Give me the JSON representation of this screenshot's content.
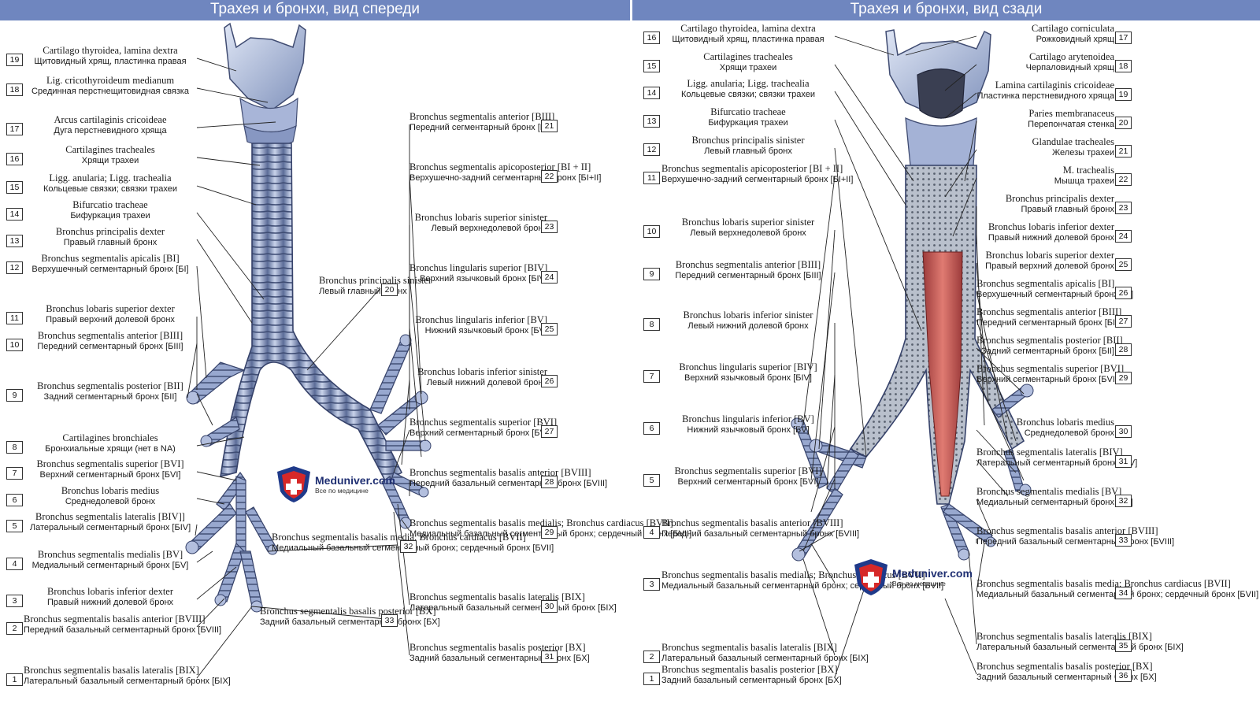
{
  "titles": {
    "left": "Трахея и бронхи, вид спереди",
    "right": "Трахея и бронхи, вид сзади"
  },
  "watermark": {
    "brand": "Meduniver.com",
    "tagline": "Все по медицине",
    "colors": {
      "shield_blue": "#1f3a8a",
      "shield_red": "#d62828"
    }
  },
  "colors": {
    "header": "#6f86bf",
    "airway": "#8ea0c8",
    "mucosa": "#d46a6a"
  },
  "left_labels": [
    {
      "num": "19",
      "la": "Cartilago thyroidea, lamina dextra",
      "ru": "Щитовидный хрящ, пластинка правая"
    },
    {
      "num": "18",
      "la": "Lig. cricothyroideum medianum",
      "ru": "Срединная перстнещитовидная связка"
    },
    {
      "num": "17",
      "la": "Arcus cartilaginis cricoideae",
      "ru": "Дуга перстневидного хряща"
    },
    {
      "num": "16",
      "la": "Cartilagines tracheales",
      "ru": "Хрящи трахеи"
    },
    {
      "num": "15",
      "la": "Ligg. anularia; Ligg. trachealia",
      "ru": "Кольцевые связки; связки трахеи"
    },
    {
      "num": "14",
      "la": "Bifurcatio tracheae",
      "ru": "Бифуркация трахеи"
    },
    {
      "num": "13",
      "la": "Bronchus principalis dexter",
      "ru": "Правый главный бронх"
    },
    {
      "num": "12",
      "la": "Bronchus segmentalis apicalis [BI]",
      "ru": "Верхушечный сегментарный бронх [БI]"
    },
    {
      "num": "11",
      "la": "Bronchus lobaris superior dexter",
      "ru": "Правый верхний долевой бронх"
    },
    {
      "num": "10",
      "la": "Bronchus segmentalis anterior [BIII]",
      "ru": "Передний сегментарный бронх [БIII]"
    },
    {
      "num": "9",
      "la": "Bronchus segmentalis posterior [BII]",
      "ru": "Задний сегментарный бронх [БII]"
    },
    {
      "num": "8",
      "la": "Cartilagines bronchiales",
      "ru": "Бронхиальные хрящи (нет в NA)"
    },
    {
      "num": "7",
      "la": "Bronchus segmentalis superior [BVI]",
      "ru": "Верхний сегментарный бронх [БVI]"
    },
    {
      "num": "6",
      "la": "Bronchus lobaris medius",
      "ru": "Среднедолевой бронх"
    },
    {
      "num": "5",
      "la": "Bronchus segmentalis lateralis [BIV]]",
      "ru": "Латеральный сегментарный бронх [БIV]"
    },
    {
      "num": "4",
      "la": "Bronchus segmentalis medialis [BV]",
      "ru": "Медиальный сегментарный бронх [БV]"
    },
    {
      "num": "3",
      "la": "Bronchus lobaris inferior dexter",
      "ru": "Правый нижний долевой бронх"
    },
    {
      "num": "2",
      "la": "Bronchus segmentalis basalis anterior [BVIII]",
      "ru": "Передний базальный сегментарный бронх [БVIII]"
    },
    {
      "num": "1",
      "la": "Bronchus segmentalis basalis lateralis [BIX]",
      "ru": "Латеральный базальный сегментарный бронх [БIX]"
    }
  ],
  "mid_labels": [
    {
      "num": "20",
      "la": "Bronchus principalis sinister",
      "ru": "Левый главный бронх"
    },
    {
      "num": "21",
      "la": "Bronchus segmentalis anterior [BIII]",
      "ru": "Передний сегментарный бронх [БIII]"
    },
    {
      "num": "22",
      "la": "Bronchus segmentalis apicoposterior [BI + II]",
      "ru": "Верхушечно-задний сегментарный бронх [БI+II]"
    },
    {
      "num": "23",
      "la": "Bronchus lobaris superior sinister",
      "ru": "Левый верхнедолевой бронх"
    },
    {
      "num": "24",
      "la": "Bronchus lingularis superior [BIV]",
      "ru": "Верхний язычковый бронх [БIV]"
    },
    {
      "num": "25",
      "la": "Bronchus lingularis inferior [BV]",
      "ru": "Нижний язычковый бронх [БV]"
    },
    {
      "num": "26",
      "la": "Bronchus lobaris inferior sinister",
      "ru": "Левый нижний долевой бронх"
    },
    {
      "num": "27",
      "la": "Bronchus segmentalis superior [BVI]",
      "ru": "Верхний сегментарный бронх [БVI]"
    },
    {
      "num": "28",
      "la": "Bronchus segmentalis basalis anterior [BVIII]",
      "ru": "Передний базальный сегментарный бронх [БVIII]"
    },
    {
      "num": "29",
      "la": "Bronchus segmentalis basalis medialis; Bronchus cardiacus [BVII]",
      "ru": "Медиальный базальный сегментарный бронх; сердечный бронх [БVII]"
    },
    {
      "num": "30",
      "la": "Bronchus segmentalis basalis lateralis [BIX]",
      "ru": "Латеральный базальный сегментарный бронх [БIX]"
    },
    {
      "num": "31",
      "la": "Bronchus segmentalis basalis posterior [BX]",
      "ru": "Задний базальный сегментарный бронх [БX]"
    },
    {
      "num": "32",
      "la": "Bronchus segmentalis basalis media; Bronchus cardiacus [BVII]",
      "ru": "Медиальный базальный сегментарный бронх; сердечный бронх [БVII]"
    },
    {
      "num": "33",
      "la": "Bronchus segmentalis basalis posterior [BX]",
      "ru": "Задний базальный сегментарный бронх [БX]"
    }
  ],
  "right_left_labels": [
    {
      "num": "16",
      "la": "Cartilago thyroidea, lamina dextra",
      "ru": "Щитовидный хрящ, пластинка правая"
    },
    {
      "num": "15",
      "la": "Cartilagines tracheales",
      "ru": "Хрящи трахеи"
    },
    {
      "num": "14",
      "la": "Ligg. anularia; Ligg. trachealia",
      "ru": "Кольцевые связки; связки трахеи"
    },
    {
      "num": "13",
      "la": "Bifurcatio tracheae",
      "ru": "Бифуркация трахеи"
    },
    {
      "num": "12",
      "la": "Bronchus principalis sinister",
      "ru": "Левый главный бронх"
    },
    {
      "num": "11",
      "la": "Bronchus segmentalis apicoposterior [BI + II]",
      "ru": "Верхушечно-задний сегментарный бронх [БI+II]"
    },
    {
      "num": "10",
      "la": "Bronchus lobaris superior sinister",
      "ru": "Левый верхнедолевой бронх"
    },
    {
      "num": "9",
      "la": "Bronchus segmentalis anterior [BIII]",
      "ru": "Передний сегментарный бронх [БIII]"
    },
    {
      "num": "8",
      "la": "Bronchus lobaris inferior sinister",
      "ru": "Левый нижний долевой бронх"
    },
    {
      "num": "7",
      "la": "Bronchus lingularis superior [BIV]",
      "ru": "Верхний язычковый бронх [БIV]"
    },
    {
      "num": "6",
      "la": "Bronchus lingularis inferior [BV]",
      "ru": "Нижний язычковый бронх [БV]"
    },
    {
      "num": "5",
      "la": "Bronchus segmentalis superior [BVI]",
      "ru": "Верхний сегментарный бронх [БVI]"
    },
    {
      "num": "4",
      "la": "Bronchus segmentalis basalis anterior [BVIII]",
      "ru": "Передний базальный сегментарный бронх [БVIII]"
    },
    {
      "num": "3",
      "la": "Bronchus segmentalis basalis medialis; Bronchus cardiacus [BVII]",
      "ru": "Медиальный базальный сегментарный бронх; сердечный бронх [БVII]"
    },
    {
      "num": "2",
      "la": "Bronchus segmentalis basalis lateralis [BIX]",
      "ru": "Латеральный базальный сегментарный бронх [БIX]"
    },
    {
      "num": "1",
      "la": "Bronchus segmentalis basalis posterior [BX]",
      "ru": "Задний базальный сегментарный бронх [БX]"
    }
  ],
  "right_right_labels": [
    {
      "num": "17",
      "la": "Cartilago corniculata",
      "ru": "Рожковидный хрящ"
    },
    {
      "num": "18",
      "la": "Cartilago arytenoidea",
      "ru": "Черпаловидный хрящ"
    },
    {
      "num": "19",
      "la": "Lamina cartilaginis cricoideae",
      "ru": "Пластинка перстневидного хряща"
    },
    {
      "num": "20",
      "la": "Paries membranaceus",
      "ru": "Перепончатая стенка"
    },
    {
      "num": "21",
      "la": "Glandulae tracheales",
      "ru": "Железы трахеи"
    },
    {
      "num": "22",
      "la": "M. trachealis",
      "ru": "Мышца трахеи"
    },
    {
      "num": "23",
      "la": "Bronchus principalis dexter",
      "ru": "Правый главный бронх"
    },
    {
      "num": "24",
      "la": "Bronchus lobaris inferior dexter",
      "ru": "Правый нижний долевой бронх"
    },
    {
      "num": "25",
      "la": "Bronchus lobaris superior dexter",
      "ru": "Правый верхний долевой бронх"
    },
    {
      "num": "26",
      "la": "Bronchus segmentalis apicalis [BI]",
      "ru": "Верхушечный сегментарный бронх [БI]"
    },
    {
      "num": "27",
      "la": "Bronchus segmentalis anterior [BIII]",
      "ru": "Передний сегментарный бронх [БIII]"
    },
    {
      "num": "28",
      "la": "Bronchus segmentalis posterior [BII]",
      "ru": "Задний сегментарный бронх [БII]"
    },
    {
      "num": "29",
      "la": "Bronchus segmentalis superior [BVI]",
      "ru": "Верхний сегментарный бронх [БVI]"
    },
    {
      "num": "30",
      "la": "Bronchus lobaris medius",
      "ru": "Среднедолевой бронх"
    },
    {
      "num": "31",
      "la": "Bronchus segmentalis lateralis [BIV]",
      "ru": "Латеральный сегментарный бронх [БIV]"
    },
    {
      "num": "32",
      "la": "Bronchus segmentalis medialis [BV]",
      "ru": "Медиальный сегментарный бронх [БV]"
    },
    {
      "num": "33",
      "la": "Bronchus segmentalis basalis anterior [BVIII]",
      "ru": "Передний базальный сегментарный бронх [БVIII]"
    },
    {
      "num": "34",
      "la": "Bronchus segmentalis basalis media; Bronchus cardiacus [BVII]",
      "ru": "Медиальный базальный сегментарный бронх; сердечный бронх [БVII]"
    },
    {
      "num": "35",
      "la": "Bronchus segmentalis basalis lateralis [BIX]",
      "ru": "Латеральный базальный сегментарный бронх [БIX]"
    },
    {
      "num": "36",
      "la": "Bronchus segmentalis basalis posterior [BX]",
      "ru": "Задний базальный сегментарный бронх [БX]"
    }
  ]
}
